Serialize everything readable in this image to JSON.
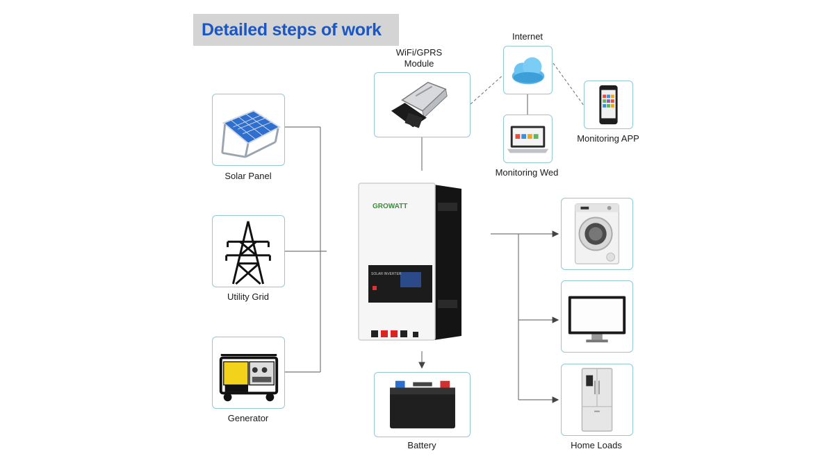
{
  "title": "Detailed steps of work",
  "nodes": {
    "solar_panel": "Solar Panel",
    "utility_grid": "Utility Grid",
    "generator": "Generator",
    "wifi_module": "WiFi/GPRS",
    "wifi_module_line2": "Module",
    "internet": "Internet",
    "monitoring_app": "Monitoring APP",
    "monitoring_web": "Monitoring Wed",
    "battery": "Battery",
    "home_loads": "Home Loads"
  },
  "inverter": {
    "brand": "GROWATT",
    "panel_text": "SOLAR INVERTER"
  },
  "colors": {
    "title_text": "#1a56c4",
    "title_bg": "#d4d4d4",
    "card_border": "#8ec9d4",
    "line": "#666666"
  },
  "icons": [
    "solar-panel-icon",
    "power-tower-icon",
    "generator-icon",
    "wifi-module-icon",
    "cloud-icon",
    "laptop-icon",
    "smartphone-icon",
    "washing-machine-icon",
    "monitor-icon",
    "refrigerator-icon",
    "battery-icon",
    "inverter-icon"
  ]
}
